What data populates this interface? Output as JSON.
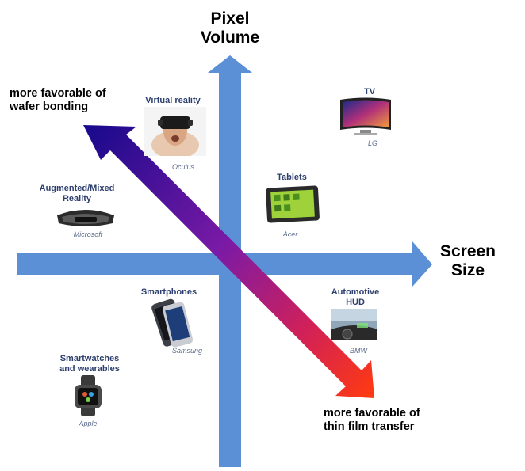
{
  "axes": {
    "vertical_label_line1": "Pixel",
    "vertical_label_line2": "Volume",
    "horizontal_label_line1": "Screen",
    "horizontal_label_line2": "Size"
  },
  "notes": {
    "top_left_line1": "more favorable of",
    "top_left_line2": "wafer bonding",
    "bottom_right_line1": "more favorable of",
    "bottom_right_line2": "thin film transfer"
  },
  "applications": {
    "vr": {
      "title": "Virtual reality",
      "brand": "Oculus"
    },
    "ar": {
      "title_line1": "Augmented/Mixed",
      "title_line2": "Reality",
      "brand": "Microsoft"
    },
    "tv": {
      "title": "TV",
      "brand": "LG"
    },
    "tablets": {
      "title": "Tablets",
      "brand": "Acer"
    },
    "smartphones": {
      "title": "Smartphones",
      "brand": "Samsung"
    },
    "hud": {
      "title_line1": "Automotive",
      "title_line2": "HUD",
      "brand": "BMW"
    },
    "watches": {
      "title_line1": "Smartwatches",
      "title_line2": "and wearables",
      "brand": "Apple"
    }
  },
  "colors": {
    "axis": "#5b8fd6",
    "gradient_start": "#1c0a8c",
    "gradient_mid": "#8b1aa8",
    "gradient_end": "#ff3a10"
  }
}
